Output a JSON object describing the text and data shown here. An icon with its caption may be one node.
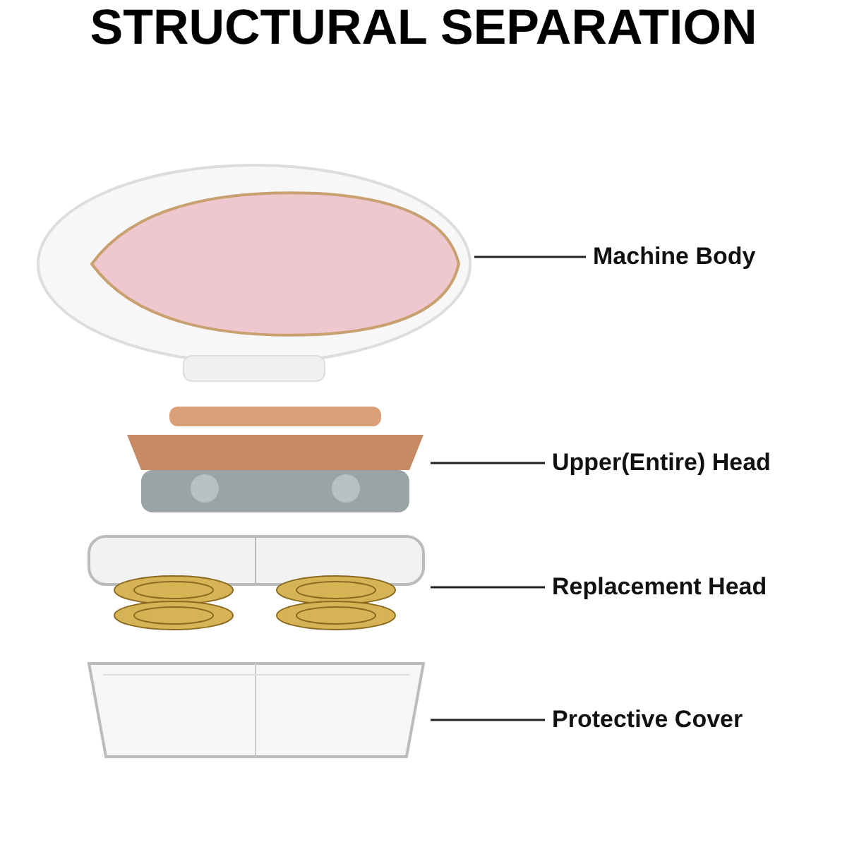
{
  "diagram": {
    "title": "STRUCTURAL SEPARATION",
    "nodes": [
      {
        "text": [
          "Machine Body"
        ]
      },
      {
        "text": [
          "Upper(Entire) Head"
        ]
      },
      {
        "text": [
          "Replacement Head"
        ]
      },
      {
        "text": [
          "Protective Cover"
        ]
      },
      {
        "text": [],
        "shape": "picture"
      },
      {
        "text": [],
        "shape": "picture"
      },
      {
        "text": [],
        "shape": "picture"
      },
      {
        "text": [],
        "shape": "picture"
      }
    ],
    "edges": [
      {
        "from": 0,
        "to": 4,
        "arrow": "none"
      },
      {
        "from": 1,
        "to": 5,
        "arrow": "none"
      },
      {
        "from": 2,
        "to": 6,
        "arrow": "none"
      },
      {
        "from": 3,
        "to": 7,
        "arrow": "none"
      }
    ]
  }
}
